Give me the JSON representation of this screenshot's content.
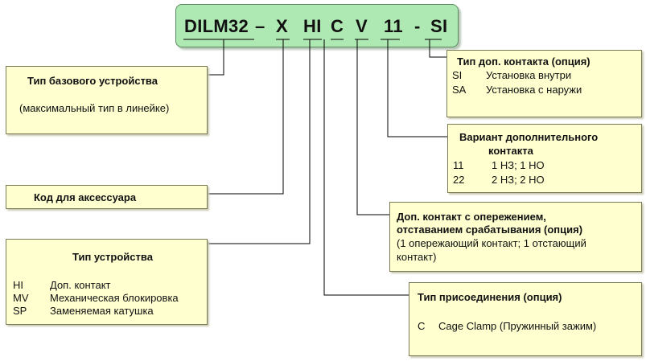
{
  "code": {
    "base": "DILM32",
    "dash1": "–",
    "x": "X",
    "hi": "HI",
    "c": "C",
    "v": "V",
    "num": "11",
    "dash2": "-",
    "si": "SI"
  },
  "base_type_box": {
    "title": "Тип базового устройства",
    "note": "(максимальный тип в линейке)"
  },
  "accessory_box": {
    "title": "Код для аксессуара"
  },
  "device_type_box": {
    "title": "Тип устройства",
    "items": [
      {
        "code": "HI",
        "text": "Доп. контакт"
      },
      {
        "code": "MV",
        "text": "Механическая блокировка"
      },
      {
        "code": "SP",
        "text": "Заменяемая катушка"
      }
    ]
  },
  "aux_contact_type_box": {
    "title": "Тип доп. контакта (опция)",
    "items": [
      {
        "code": "SI",
        "text": "Установка внутри"
      },
      {
        "code": "SA",
        "text": "Установка с наружи"
      }
    ]
  },
  "aux_variant_box": {
    "title_line1": "Вариант дополнительного",
    "title_line2": "контакта",
    "items": [
      {
        "code": "11",
        "text": "1 НЗ; 1 НО"
      },
      {
        "code": "22",
        "text": "2 НЗ; 2 НО"
      }
    ]
  },
  "lead_lag_box": {
    "title_line1": "Доп. контакт с опережением,",
    "title_line2": "отставанием срабатывания  (опция)",
    "note_line1": "(1 опережающий контакт; 1 отстающий",
    "note_line2": "контакт)"
  },
  "connection_box": {
    "title": "Тип присоединения (опция)",
    "item_code": "C",
    "item_text": "Cage Clamp (Пружинный зажим)"
  },
  "colors": {
    "code_fill": "#aee8b2",
    "box_fill": "#ffffd0",
    "line": "#000000"
  }
}
